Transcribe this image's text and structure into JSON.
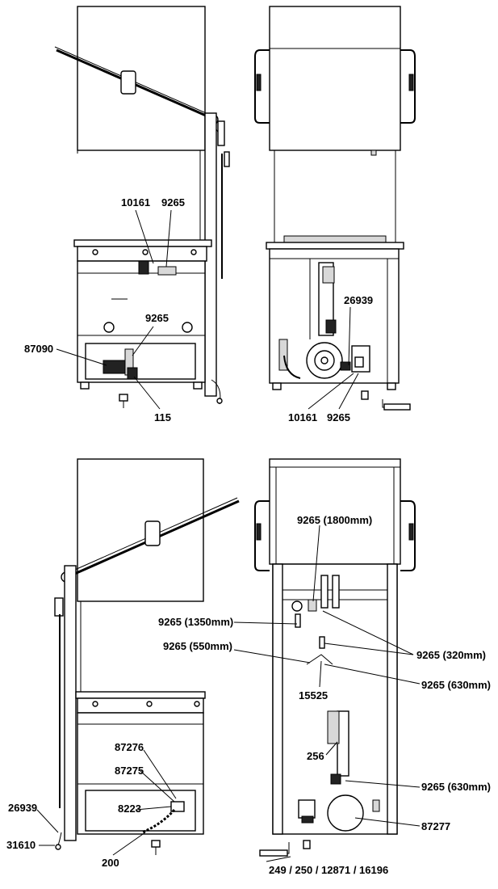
{
  "views": [
    {
      "id": "top-left",
      "callouts": [
        {
          "id": "a1",
          "text": "10161"
        },
        {
          "id": "a2",
          "text": "9265"
        },
        {
          "id": "a3",
          "text": "9265"
        },
        {
          "id": "a4",
          "text": "87090"
        },
        {
          "id": "a5",
          "text": "115"
        }
      ]
    },
    {
      "id": "top-right",
      "callouts": [
        {
          "id": "b1",
          "text": "26939"
        },
        {
          "id": "b2",
          "text": "10161"
        },
        {
          "id": "b3",
          "text": "9265"
        }
      ]
    },
    {
      "id": "bottom-left",
      "callouts": [
        {
          "id": "c1",
          "text": "87276"
        },
        {
          "id": "c2",
          "text": "87275"
        },
        {
          "id": "c3",
          "text": "8223"
        },
        {
          "id": "c4",
          "text": "26939"
        },
        {
          "id": "c5",
          "text": "31610"
        },
        {
          "id": "c6",
          "text": "200"
        }
      ]
    },
    {
      "id": "bottom-right",
      "callouts": [
        {
          "id": "d1",
          "text": "9265 (1800mm)"
        },
        {
          "id": "d2",
          "text": "9265 (1350mm)"
        },
        {
          "id": "d3",
          "text": "9265 (550mm)"
        },
        {
          "id": "d4",
          "text": "9265 (320mm)"
        },
        {
          "id": "d5",
          "text": "9265 (630mm)"
        },
        {
          "id": "d6",
          "text": "15525"
        },
        {
          "id": "d7",
          "text": "256"
        },
        {
          "id": "d8",
          "text": "9265 (630mm)"
        },
        {
          "id": "d9",
          "text": "87277"
        },
        {
          "id": "d10",
          "text": "249 / 250 / 12871 / 16196"
        }
      ]
    }
  ]
}
